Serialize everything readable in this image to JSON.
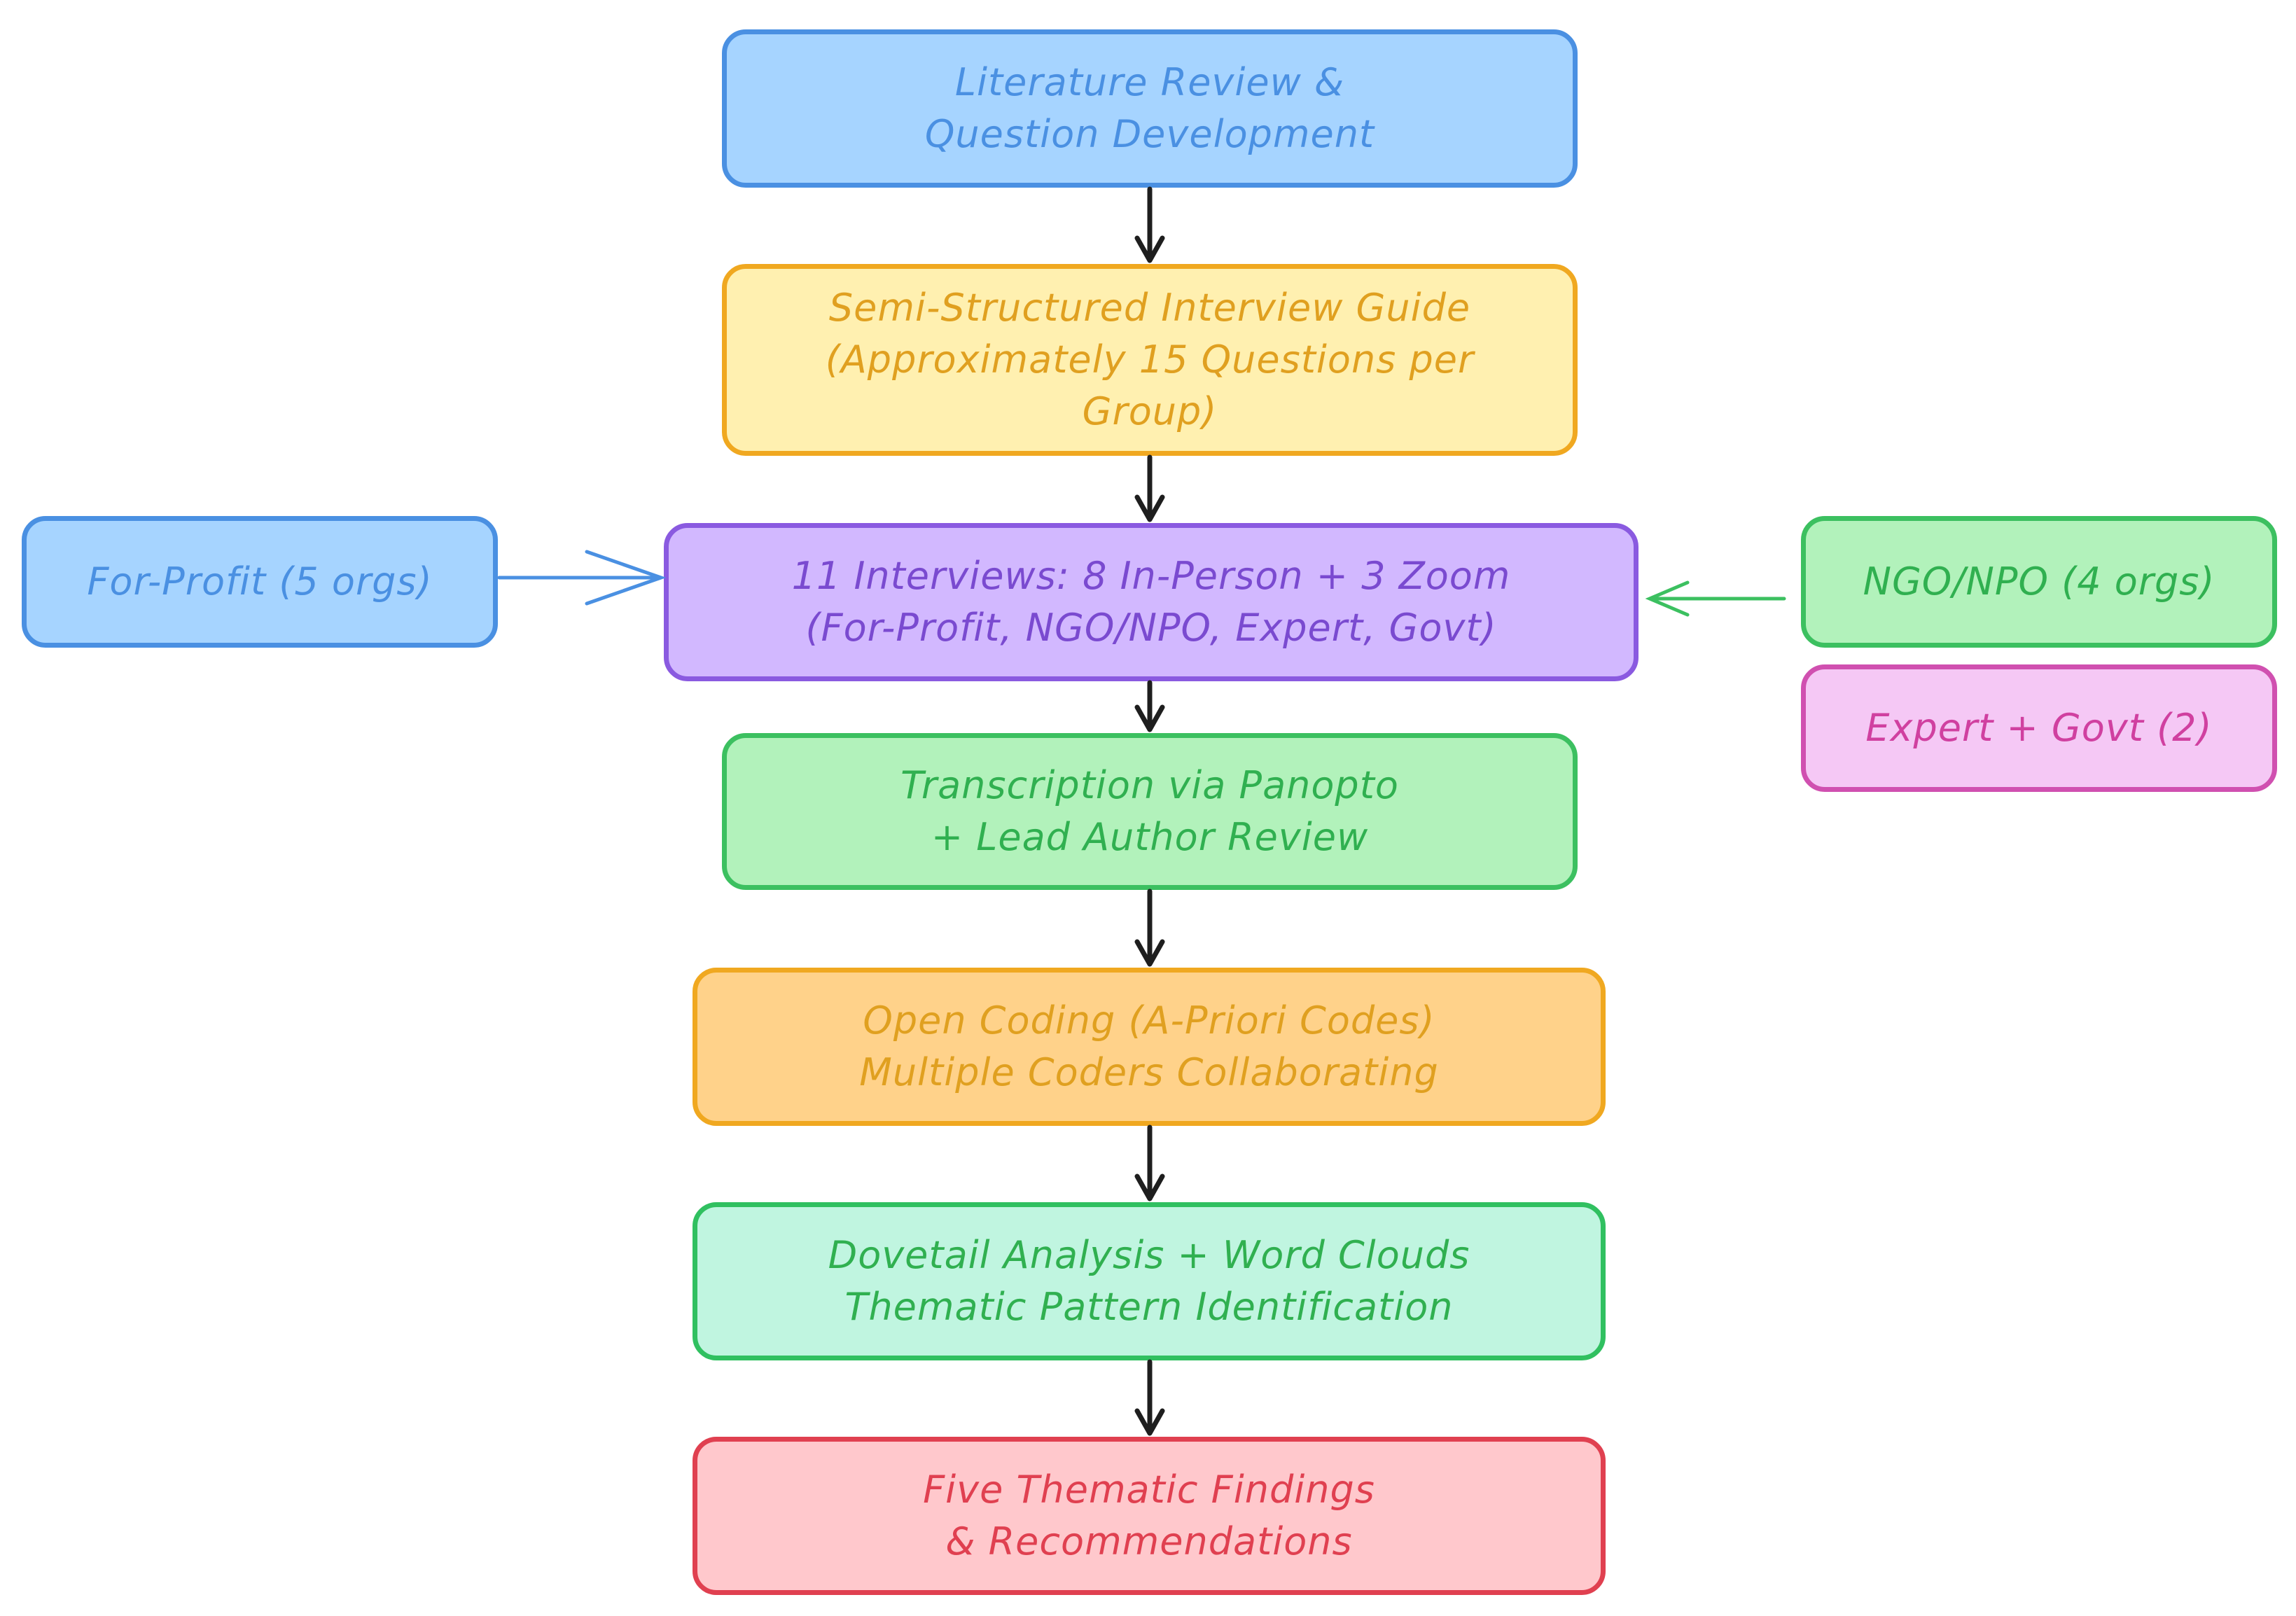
{
  "nodes": {
    "literature": {
      "label": "Literature Review &\nQuestion Development",
      "border": "#4a90e2",
      "fill": "#a6d4ff",
      "text": "#4a90e2"
    },
    "guide": {
      "label": "Semi-Structured Interview Guide\n(Approximately 15 Questions per\nGroup)",
      "border": "#f0a820",
      "fill": "#fff0b0",
      "text": "#e0a020"
    },
    "interviews": {
      "label": "11 Interviews: 8 In-Person + 3 Zoom\n(For-Profit, NGO/NPO, Expert, Govt)",
      "border": "#8a5ae0",
      "fill": "#d2b8ff",
      "text": "#7a4ad0"
    },
    "transcription": {
      "label": "Transcription via Panopto\n+ Lead Author Review",
      "border": "#3cc060",
      "fill": "#b2f2bb",
      "text": "#30b050"
    },
    "coding": {
      "label": "Open Coding (A-Priori Codes)\nMultiple Coders Collaborating",
      "border": "#f0a820",
      "fill": "#ffd28a",
      "text": "#e0a020"
    },
    "dovetail": {
      "label": "Dovetail Analysis + Word Clouds\nThematic Pattern Identification",
      "border": "#30c060",
      "fill": "#c0f5e0",
      "text": "#30b050"
    },
    "findings": {
      "label": "Five Thematic Findings\n& Recommendations",
      "border": "#e04050",
      "fill": "#ffc8cc",
      "text": "#e04050"
    },
    "forprofit": {
      "label": "For-Profit (5 orgs)",
      "border": "#4a90e2",
      "fill": "#a6d4ff",
      "text": "#4a90e2"
    },
    "ngo": {
      "label": "NGO/NPO (4 orgs)",
      "border": "#3cc060",
      "fill": "#b2f2bb",
      "text": "#30b050"
    },
    "expert": {
      "label": "Expert + Govt (2)",
      "border": "#d050b0",
      "fill": "#f5c8f5",
      "text": "#d040a0"
    }
  },
  "colors": {
    "main_arrow": "#1e1e1e",
    "forprofit_arrow": "#4a90e2",
    "ngo_arrow": "#3cc060"
  }
}
